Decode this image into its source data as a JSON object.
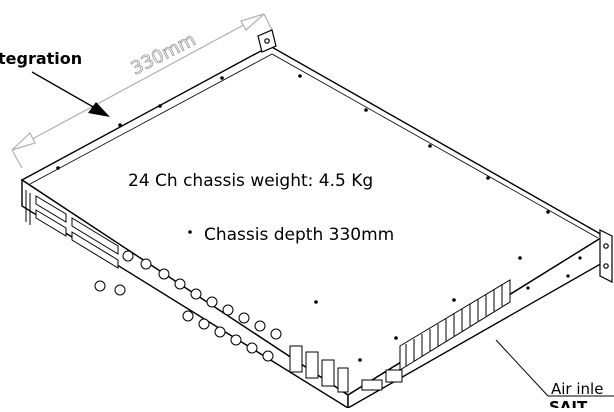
{
  "annotations": {
    "integration_label": "tegration",
    "dimension_label": "330mm",
    "weight_text": "24 Ch chassis weight: 4.5 Kg",
    "depth_text": "Chassis depth 330mm",
    "air_inlet_label": "Air inle",
    "air_inlet_sublabel": "SAIT"
  },
  "colors": {
    "line": "#000000",
    "dimension_gray": "#b0b0b0",
    "fill": "#ffffff"
  }
}
